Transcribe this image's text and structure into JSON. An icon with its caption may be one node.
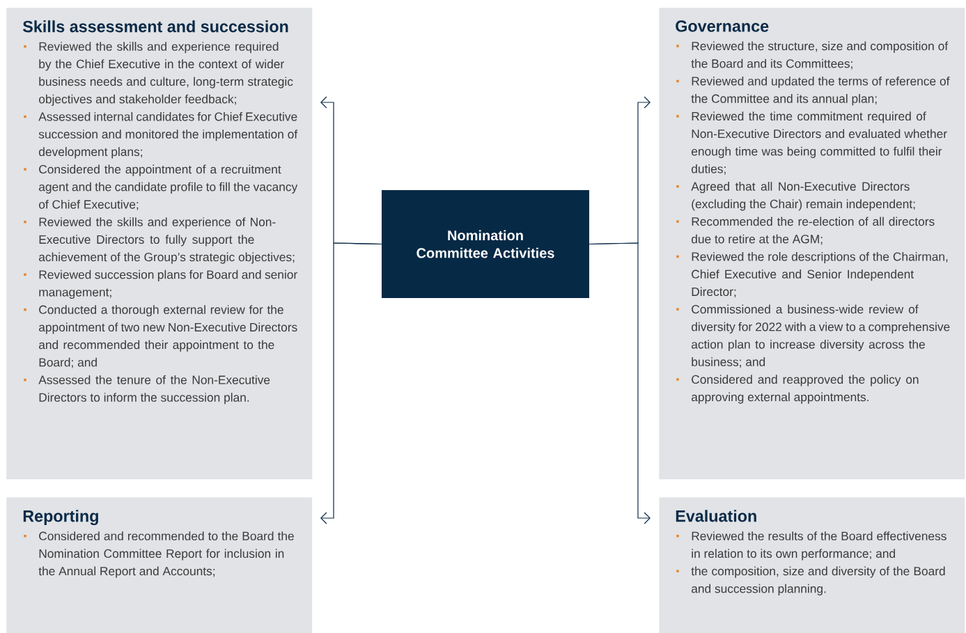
{
  "diagram": {
    "nodes": [
      {
        "text": [
          "Skills assessment and succession",
          "Reviewed the skills and experience required by the Chief Executive in the context of wider business needs and culture, long-term strategic objectives and stakeholder feedback;",
          "Assessed internal candidates for Chief Executive succession and monitored the implementation of development plans;",
          "Considered the appointment of a recruitment agent and the candidate profile to fill the vacancy of Chief Executive;",
          "Reviewed the skills and experience of Non-Executive Directors to fully support the achievement of the Group’s strategic objectives;",
          "Reviewed succession plans for Board and senior management;",
          "Conducted a thorough external review for the appointment of two new Non-Executive Directors and recommended their appointment to the Board; and",
          "Assessed the tenure of the Non-Executive Directors to inform the succession plan."
        ]
      },
      {
        "text": [
          "Governance",
          "Reviewed the structure, size and composition of the Board and its Committees;",
          "Reviewed and updated the terms of reference of the Committee and its annual plan;",
          "Reviewed the time commitment required of Non-Executive Directors and evaluated whether enough time was being committed to fulfil their duties;",
          "Agreed that all Non-Executive Directors (excluding the Chair) remain independent;",
          "Recommended the re-election of all directors due to retire at the AGM;",
          "Reviewed the role descriptions of the Chairman, Chief Executive and Senior Independent Director;",
          "Commissioned a business-wide review of diversity for 2022 with a view to a comprehensive action plan to increase diversity across the business; and",
          "Considered and reapproved the policy on approving external appointments."
        ]
      },
      {
        "text": [
          "Nomination Committee Activities"
        ]
      },
      {
        "text": [
          "Reporting",
          "Considered and recommended to the Board the Nomination Committee Report for inclusion in the Annual Report and Accounts;"
        ]
      },
      {
        "text": [
          "Evaluation",
          "Reviewed the results of the Board effectiveness in relation to its own performance; and",
          "the composition, size and diversity of the Board and succession planning."
        ]
      }
    ],
    "edges": [
      {
        "from": 2,
        "to": 0,
        "arrow": "to"
      },
      {
        "from": 2,
        "to": 1,
        "arrow": "to"
      },
      {
        "from": 2,
        "to": 3,
        "arrow": "to"
      },
      {
        "from": 2,
        "to": 4,
        "arrow": "to"
      }
    ]
  }
}
